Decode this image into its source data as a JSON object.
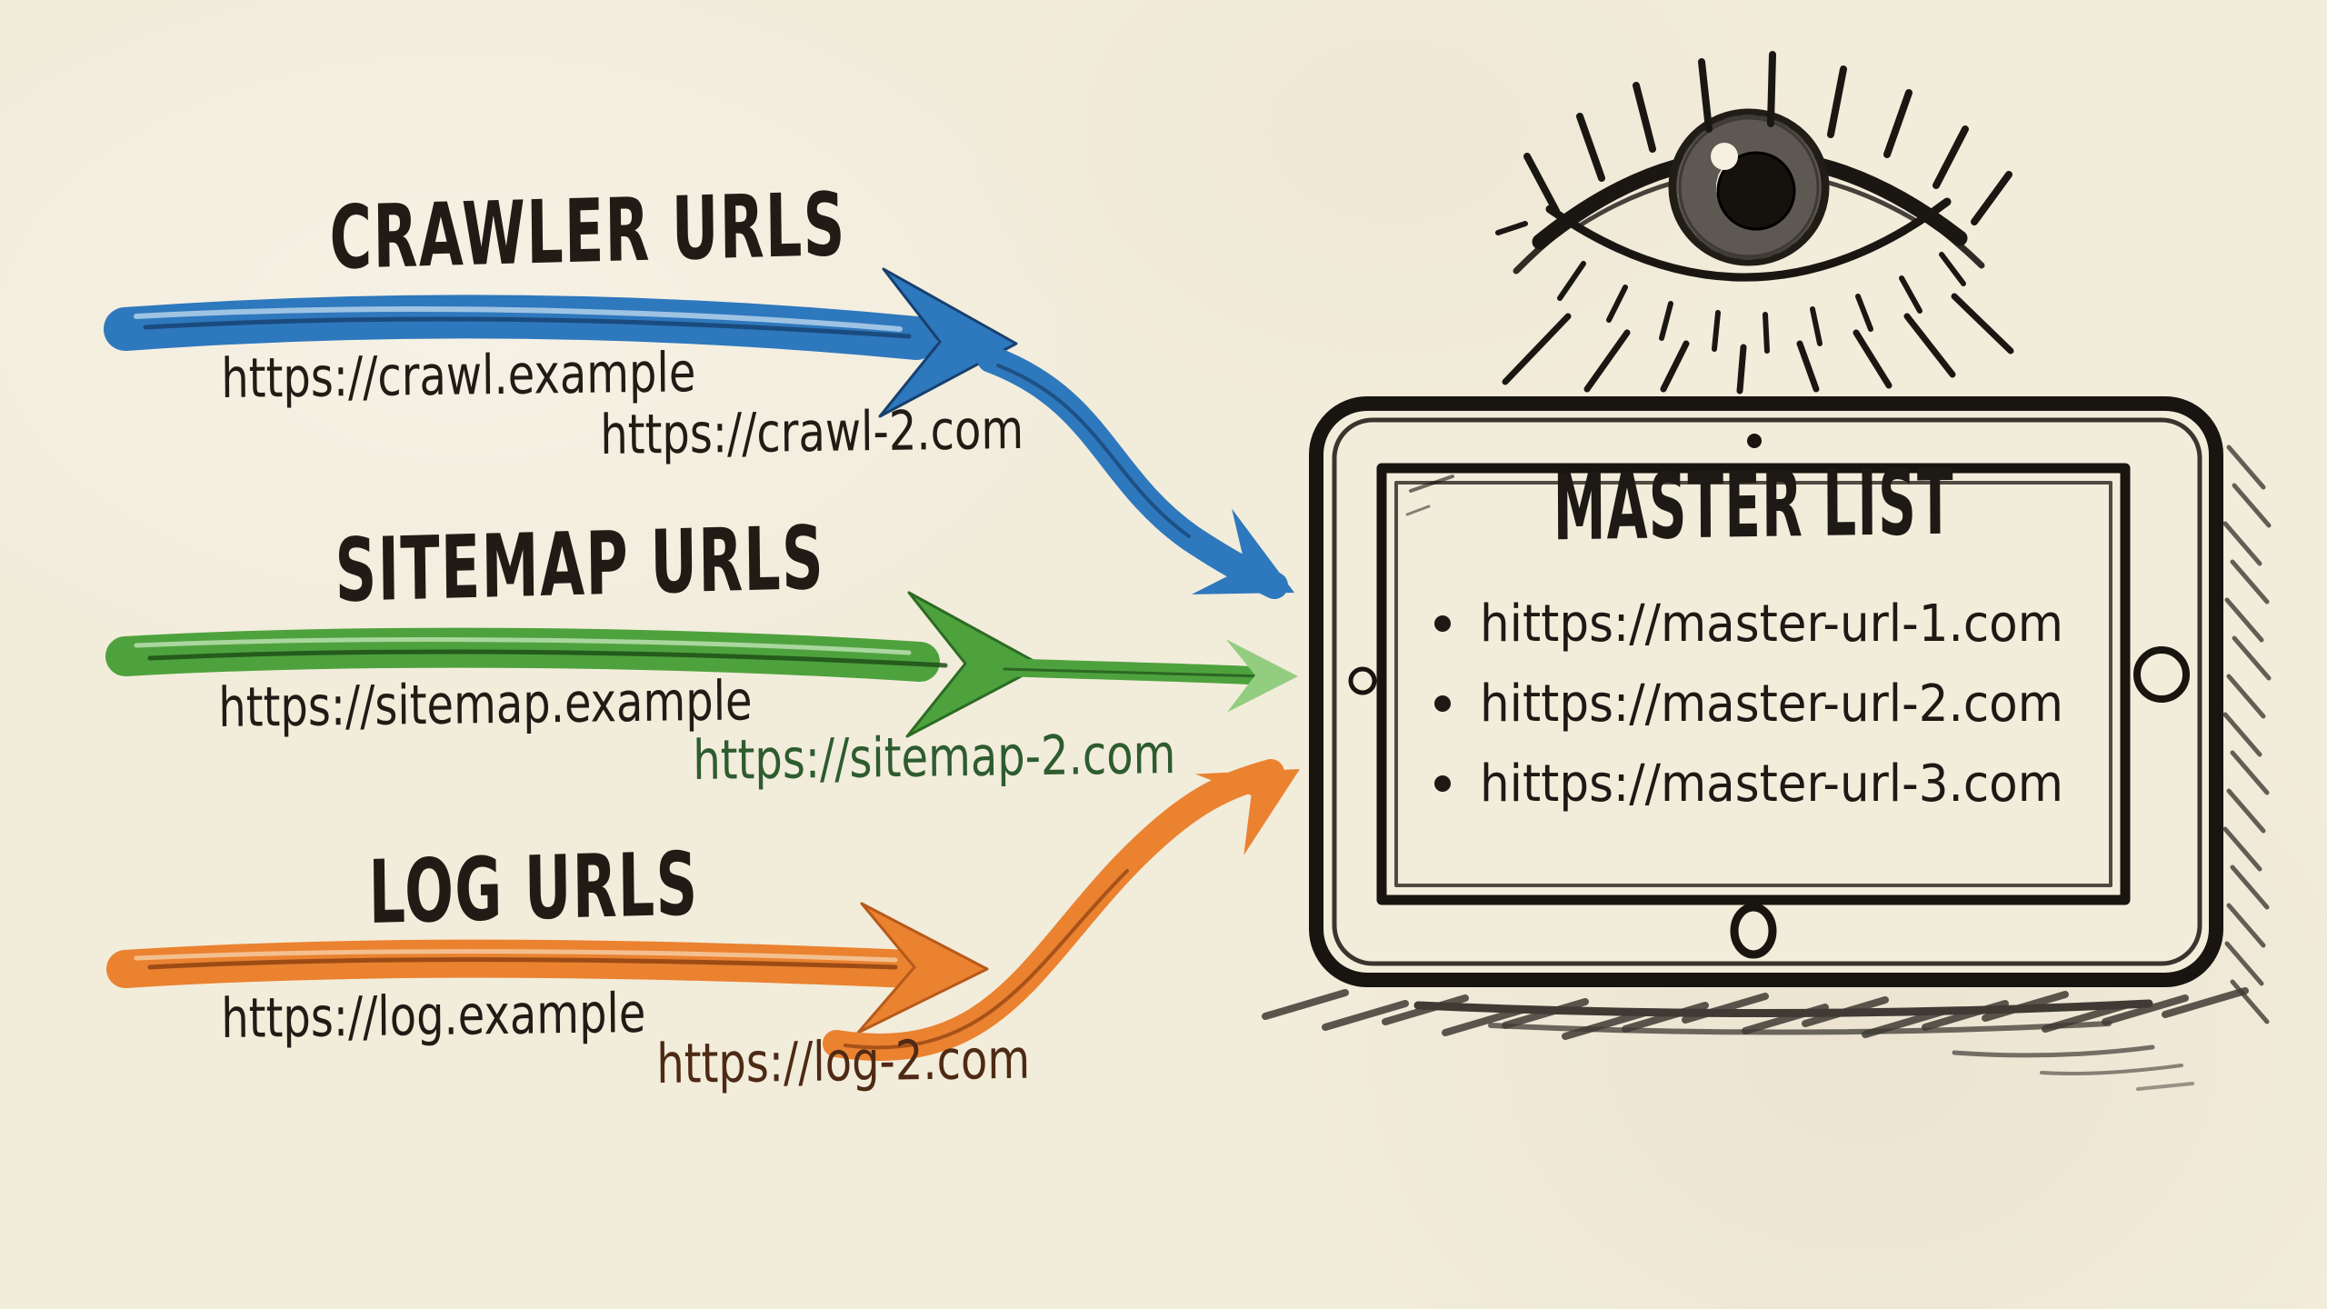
{
  "paper": {
    "background_color": "#f2ecdb"
  },
  "decorations": {
    "eye_icon": "watching-eye",
    "device": "tablet-sketch"
  },
  "sections": {
    "crawler": {
      "title": "CRAWLER URLS",
      "arrow_color": "#2e78bd",
      "urls": [
        "https://crawl.example",
        "https://crawl-2.com"
      ]
    },
    "sitemap": {
      "title": "SITEMAP URLS",
      "arrow_color": "#4ea23d",
      "urls": [
        "https://sitemap.example",
        "https://sitemap-2.com"
      ]
    },
    "log": {
      "title": "LOG URLS",
      "arrow_color": "#ea8230",
      "urls": [
        "https://log.example",
        "https://log-2.com"
      ]
    }
  },
  "master_list": {
    "title": "MASTER LIST",
    "items": [
      "hittps://master-url-1.com",
      "hittps://master-url-2.com",
      "hittps://master-url-3.com"
    ]
  },
  "text_colors": {
    "ink": "#201c15",
    "sitemap_secondary_url": "#2d5c2f",
    "log_secondary_url": "#4e2a15"
  }
}
